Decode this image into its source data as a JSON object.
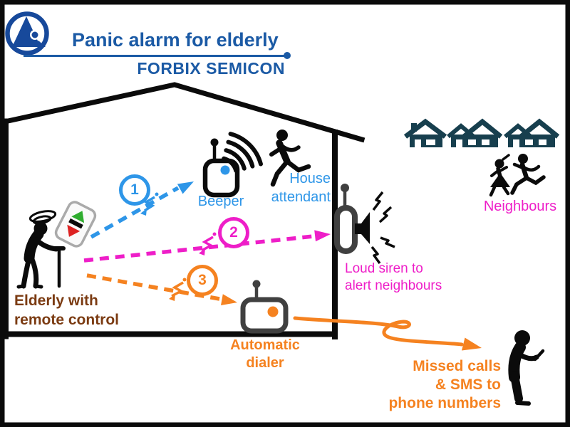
{
  "header": {
    "title": "Panic alarm for elderly",
    "brand": "FORBIX SEMICON"
  },
  "steps": [
    {
      "number": "1",
      "target": "Beeper"
    },
    {
      "number": "2",
      "target": "Loud siren"
    },
    {
      "number": "3",
      "target": "Automatic dialer"
    }
  ],
  "labels": {
    "beeper": "Beeper",
    "attendant": [
      "House",
      "attendant"
    ],
    "siren": [
      "Loud siren to",
      "alert neighbours"
    ],
    "neighbours": "Neighbours",
    "elderly": [
      "Elderly with",
      "remote control"
    ],
    "dialer": [
      "Automatic",
      "dialer"
    ],
    "missed": [
      "Missed calls",
      "& SMS to",
      "phone numbers"
    ]
  },
  "colors": {
    "header_blue": "#1B5AA5",
    "logo_blue": "#17499B",
    "blue": "#2E96E8",
    "magenta": "#EE1EC8",
    "orange": "#F58220",
    "brown": "#7B3B12",
    "teal": "#173F4E",
    "gray": "#404040",
    "ink": "#0B0B0B"
  }
}
